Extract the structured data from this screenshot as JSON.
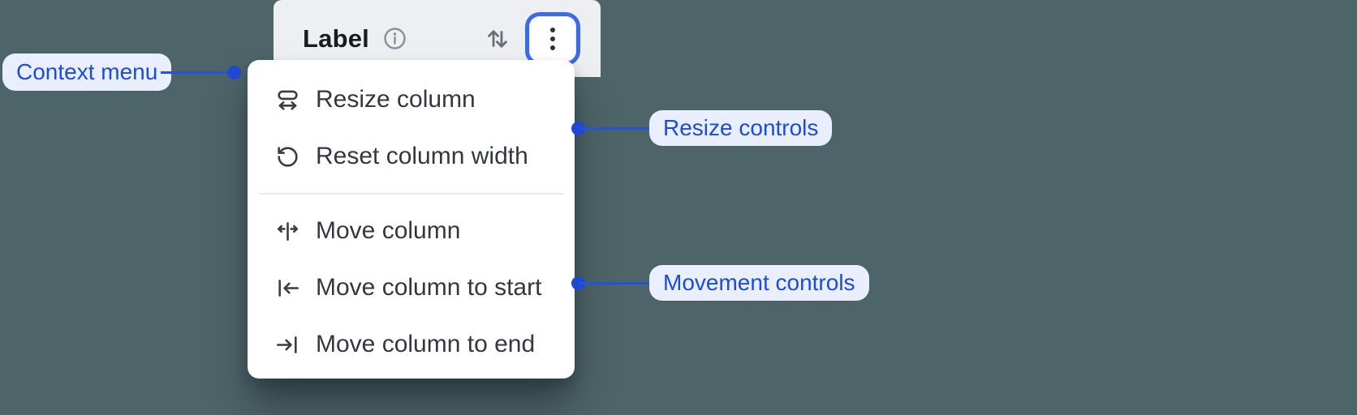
{
  "column_header": {
    "title": "Label"
  },
  "menu": {
    "resize_section": {
      "items": [
        {
          "icon": "resize-column-icon",
          "label": "Resize column"
        },
        {
          "icon": "reset-column-width-icon",
          "label": "Reset column width"
        }
      ]
    },
    "movement_section": {
      "items": [
        {
          "icon": "move-column-icon",
          "label": "Move column"
        },
        {
          "icon": "move-column-to-start-icon",
          "label": "Move column to start"
        },
        {
          "icon": "move-column-to-end-icon",
          "label": "Move column to end"
        }
      ]
    }
  },
  "annotations": {
    "context_menu": "Context menu",
    "resize_controls": "Resize controls",
    "movement_controls": "Movement controls"
  },
  "colors": {
    "background": "#4d6468",
    "header_bg": "#edeff2",
    "menu_bg": "#ffffff",
    "focus_ring_blue": "#3c6ae8",
    "annotation_blue": "#2253da",
    "pill_bg": "#e9effe",
    "pill_text": "#1c4cd8",
    "menu_text": "#34383e"
  }
}
